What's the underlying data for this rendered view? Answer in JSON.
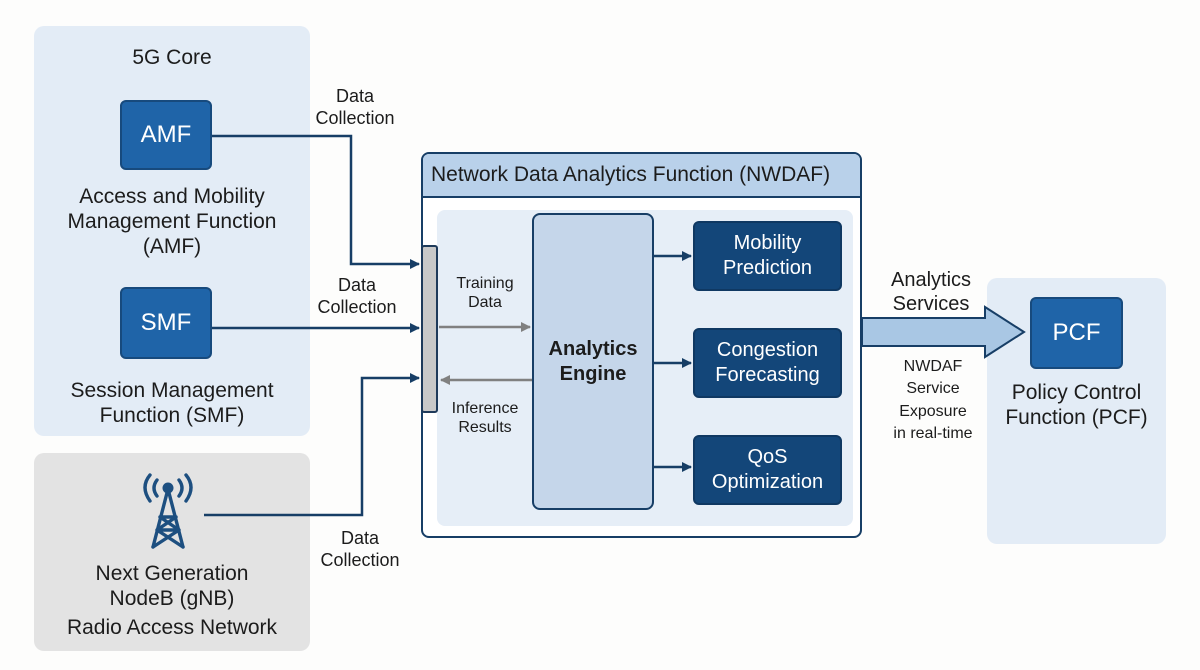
{
  "core": {
    "title": "5G Core",
    "amf": {
      "abbr": "AMF",
      "name": "Access and Mobility Management Function (AMF)",
      "line1": "Access and Mobility",
      "line2": "Management Function",
      "line3": "(AMF)"
    },
    "smf": {
      "abbr": "SMF",
      "line1": "Session Management",
      "line2": "Function (SMF)"
    }
  },
  "ran": {
    "icon": "cell-tower-icon",
    "line1": "Next Generation",
    "line2": "NodeB (gNB)",
    "line3": "Radio Access Network"
  },
  "flows": {
    "data_collection_1": {
      "line1": "Data",
      "line2": "Collection"
    },
    "data_collection_2": {
      "line1": "Data",
      "line2": "Collection"
    },
    "data_collection_3": {
      "line1": "Data",
      "line2": "Collection"
    },
    "training": {
      "line1": "Training",
      "line2": "Data"
    },
    "inference": {
      "line1": "Inference",
      "line2": "Results"
    },
    "analytics_services": {
      "line1": "Analytics",
      "line2": "Services"
    },
    "exposure": {
      "line1": "NWDAF",
      "line2": "Service",
      "line3": "Exposure",
      "line4": "in real-time"
    }
  },
  "nwdaf": {
    "title": "Network Data Analytics Function (NWDAF)",
    "engine": {
      "line1": "Analytics",
      "line2": "Engine"
    },
    "outputs": [
      {
        "line1": "Mobility",
        "line2": "Prediction"
      },
      {
        "line1": "Congestion",
        "line2": "Forecasting"
      },
      {
        "line1": "QoS",
        "line2": "Optimization"
      }
    ]
  },
  "pcf": {
    "abbr": "PCF",
    "line1": "Policy Control",
    "line2": "Function (PCF)"
  },
  "colors": {
    "nf_blue": "#1f64a8",
    "dark_navy": "#173e66",
    "output_blue": "#134679",
    "panel_blue": "#e3ecf6",
    "panel_gray": "#e3e3e3",
    "arrow_gray": "#808080"
  }
}
